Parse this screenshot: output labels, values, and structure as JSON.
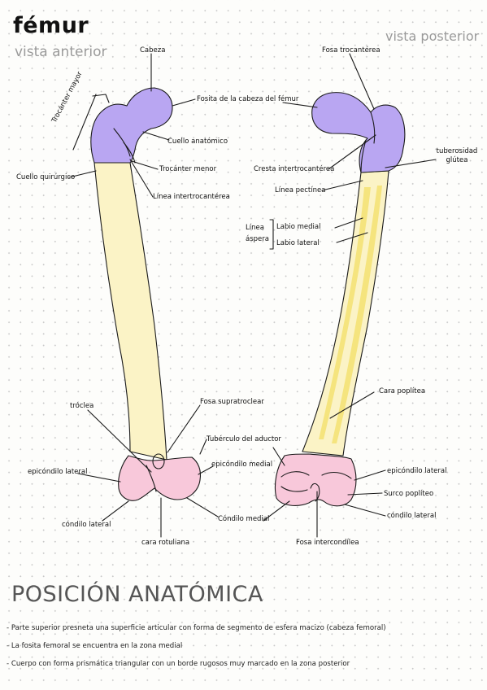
{
  "title": "fémur",
  "views": {
    "anterior": "vista anterior",
    "posterior": "vista posterior"
  },
  "anterior_labels": {
    "cabeza": "Cabeza",
    "fosita": "Fosita de la cabeza del fémur",
    "trocanter_mayor": "Trocánter mayor",
    "cuello_anatomico": "Cuello anatómico",
    "trocanter_menor": "Trocánter menor",
    "cuello_quirurgico": "Cuello quirúrgico",
    "linea_intertrocanterea": "Línea intertrocantérea",
    "troclea": "tróclea",
    "fosa_supratroclear": "Fosa supratroclear",
    "tuberculo_aductor": "Tubérculo del aductor",
    "epicondilo_medial": "epicóndilo medial",
    "epicondilo_lateral": "epicóndilo lateral",
    "condilo_lateral": "cóndilo lateral",
    "condilo_medial": "Cóndilo medial",
    "cara_rotuliana": "cara rotuliana"
  },
  "posterior_labels": {
    "fosa_trocanterea": "Fosa trocantérea",
    "tuberosidad_glutea": "tuberosidad glútea",
    "cresta_intertrocanterea": "Cresta intertrocantérea",
    "linea_pectinea": "Línea pectínea",
    "linea_aspera": "Línea áspera",
    "labio_medial": "Labio medial",
    "labio_lateral": "Labio lateral",
    "cara_poplitea": "Cara poplítea",
    "epicondilo_lateral": "epicóndilo lateral",
    "surco_popliteo": "Surco poplíteo",
    "condilo_lateral": "cóndilo lateral",
    "fosa_intercondilea": "Fosa intercondílea"
  },
  "section": {
    "title": "POSICIÓN ANATÓMICA",
    "notes": [
      "- Parte superior presneta una superficie articular con forma de segmento de esfera macizo (cabeza femoral)",
      "- La fosita femoral se encuentra en la zona medial",
      "- Cuerpo con forma prismática triangular con un borde rugosos muy marcado en la zona posterior"
    ]
  },
  "colors": {
    "head_purple": "#b9a6f2",
    "shaft_yellow": "#fbf3c6",
    "linea_yellow": "#f5e47e",
    "condyle_pink": "#f8c8da",
    "outline": "#1a1a1a"
  }
}
